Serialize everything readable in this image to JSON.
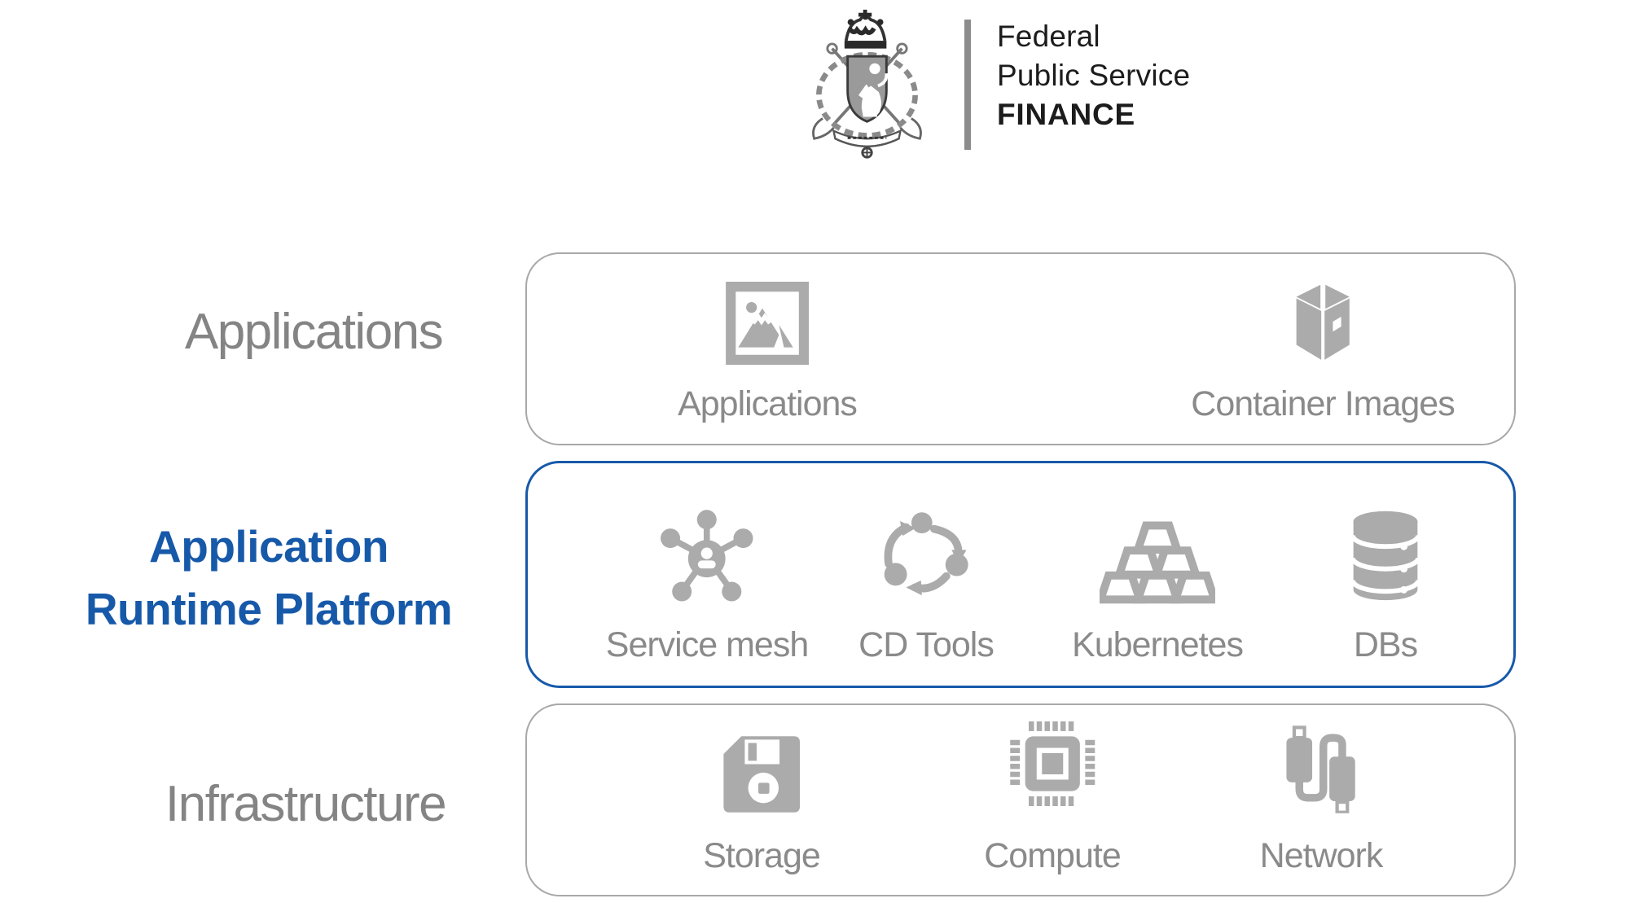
{
  "logo": {
    "department_lines": [
      "Federal",
      "Public Service",
      "FINANCE"
    ],
    "emblem": "belgian-coat-of-arms"
  },
  "layers": [
    {
      "label": "Applications",
      "items": [
        {
          "label": "Applications",
          "icon": "image-icon"
        },
        {
          "label": "Container Images",
          "icon": "package-icon"
        }
      ]
    },
    {
      "label_lines": [
        "Application",
        "Runtime Platform"
      ],
      "items": [
        {
          "label": "Service mesh",
          "icon": "service-mesh-icon"
        },
        {
          "label": "CD Tools",
          "icon": "cd-cycle-icon"
        },
        {
          "label": "Kubernetes",
          "icon": "ingots-icon"
        },
        {
          "label": "DBs",
          "icon": "database-icon"
        }
      ]
    },
    {
      "label": "Infrastructure",
      "items": [
        {
          "label": "Storage",
          "icon": "floppy-disk-icon"
        },
        {
          "label": "Compute",
          "icon": "cpu-icon"
        },
        {
          "label": "Network",
          "icon": "usb-cable-icon"
        }
      ]
    }
  ],
  "colors": {
    "accent_blue": "#1759a9",
    "icon_gray": "#ababab",
    "caption_gray": "#8a8a8a",
    "label_gray": "#848484",
    "box_border_gray": "#a8a8a8",
    "logo_text": "#1c1c1c",
    "logo_divider": "#8c8c8c"
  }
}
